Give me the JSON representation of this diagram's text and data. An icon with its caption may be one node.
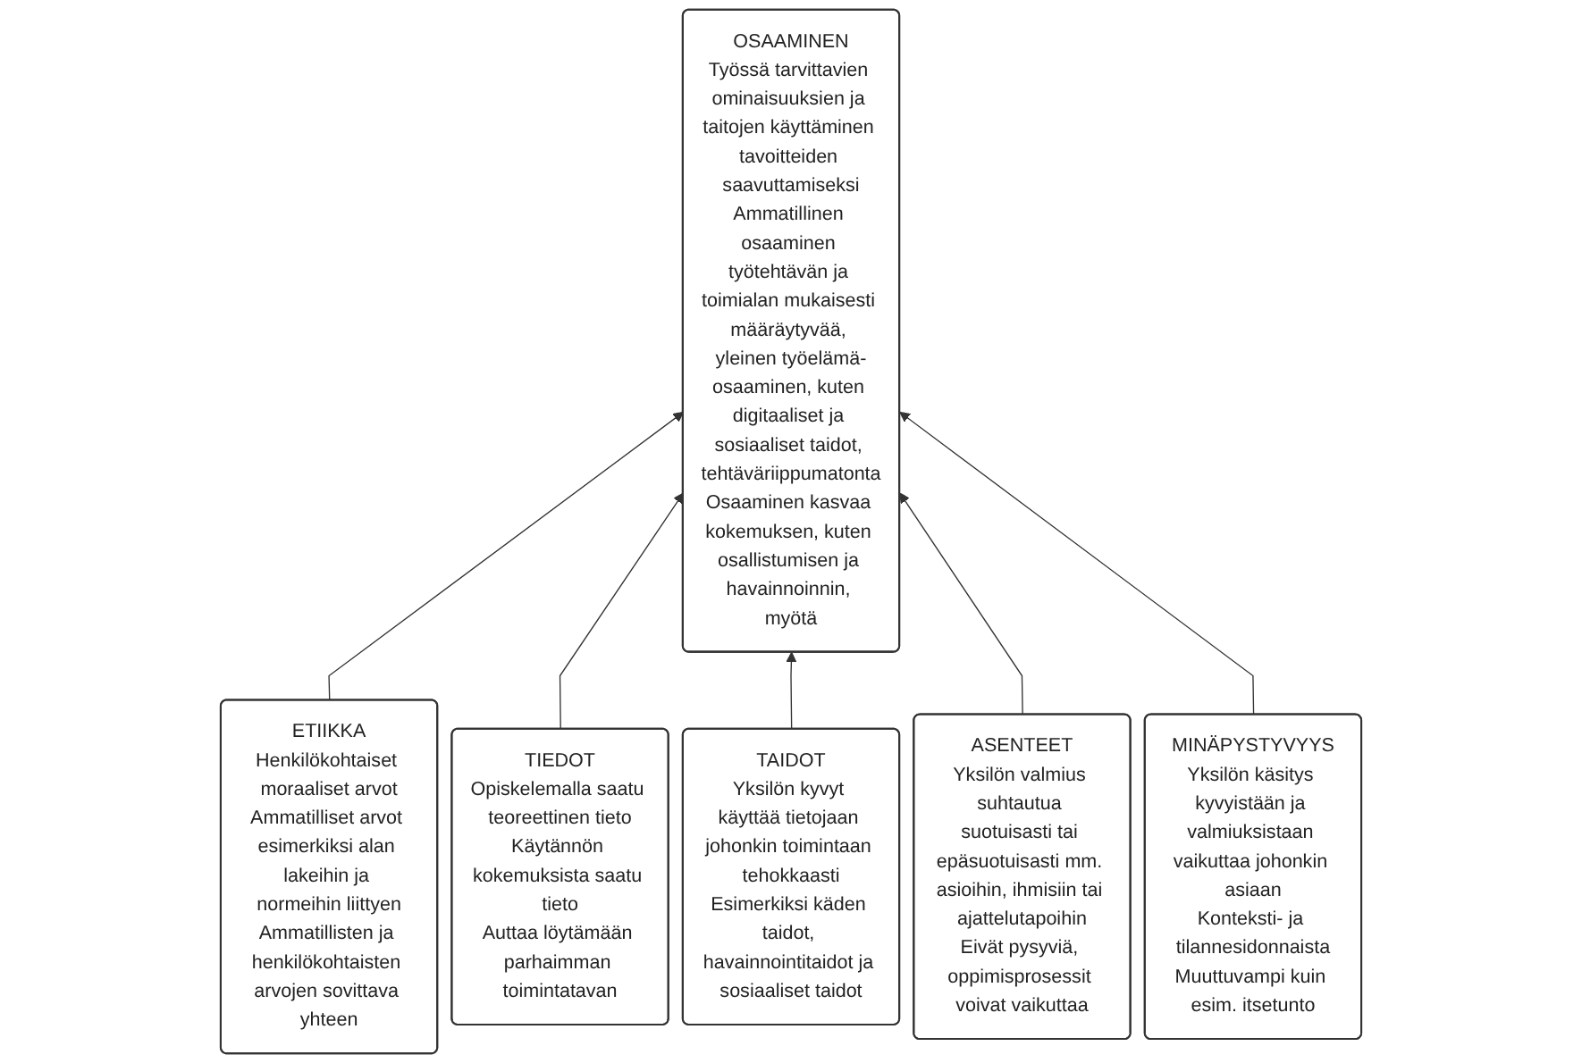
{
  "diagram": {
    "nodes": [
      {
        "text": [
          "OSAAMINEN",
          "Työssä tarvittavien ominaisuuksien ja taitojen käyttäminen tavoitteiden saavuttamiseksi",
          "Ammatillinen osaaminen työtehtävän ja toimialan mukaisesti määräytyvää, yleinen työelämä-osaaminen, kuten digitaaliset ja sosiaaliset taidot, tehtäväriippumatonta",
          "Osaaminen kasvaa kokemuksen, kuten osallistumisen ja havainnoinnin, myötä"
        ]
      },
      {
        "text": [
          "ETIIKKA",
          "Henkilökohtaiset moraaliset arvot",
          "Ammatilliset arvot esimerkiksi alan lakeihin ja normeihin liittyen",
          "Ammatillisten ja henkilökohtaisten arvojen sovittava yhteen"
        ]
      },
      {
        "text": [
          "TIEDOT",
          "Opiskelemalla saatu teoreettinen tieto",
          "Käytännön kokemuksista saatu tieto",
          "Auttaa löytämään parhaimman toimintatavan"
        ]
      },
      {
        "text": [
          "TAIDOT",
          "Yksilön kyvyt käyttää tietojaan johonkin toimintaan tehokkaasti",
          "Esimerkiksi käden taidot, havainnointitaidot ja sosiaaliset taidot"
        ]
      },
      {
        "text": [
          "ASENTEET",
          "Yksilön valmius suhtautua suotuisasti tai epäsuotuisasti mm. asioihin, ihmisiin tai ajattelutapoihin",
          "Eivät pysyviä, oppimisprosessit voivat vaikuttaa"
        ]
      },
      {
        "text": [
          "MINÄPYSTYVYYS",
          "Yksilön käsitys kyvyistään ja valmiuksistaan vaikuttaa johonkin asiaan",
          "Konteksti- ja tilannesidonnaista",
          "Muuttuvampi kuin esim. itsetunto"
        ]
      }
    ],
    "edges": [
      {
        "from": 1,
        "to": 0,
        "arrow": "to"
      },
      {
        "from": 2,
        "to": 0,
        "arrow": "to"
      },
      {
        "from": 3,
        "to": 0,
        "arrow": "to"
      },
      {
        "from": 4,
        "to": 0,
        "arrow": "to"
      },
      {
        "from": 5,
        "to": 0,
        "arrow": "to"
      }
    ]
  }
}
